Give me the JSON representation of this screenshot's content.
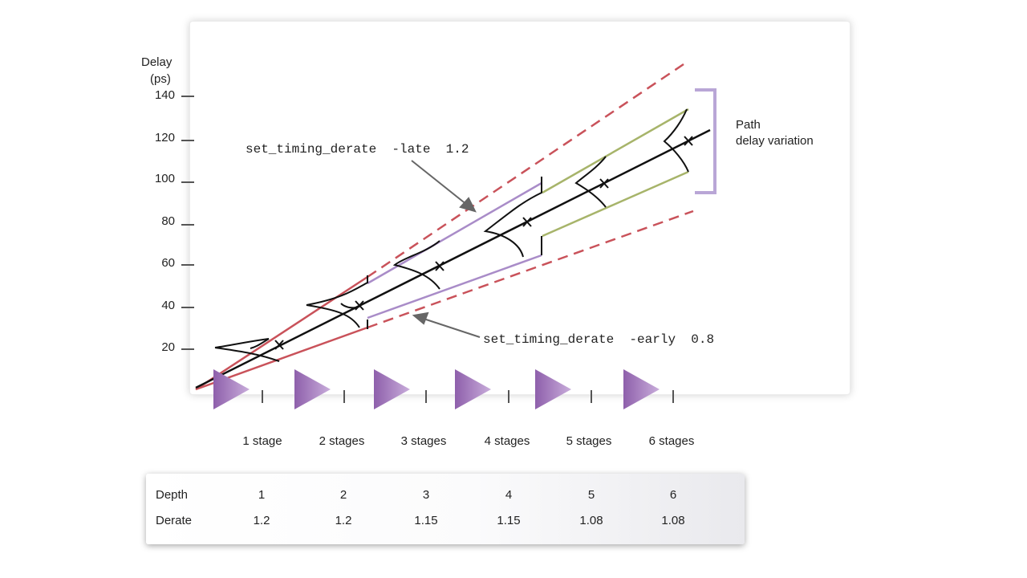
{
  "axis": {
    "ylabel_line1": "Delay",
    "ylabel_line2": "(ps)",
    "ticks": [
      "140",
      "120",
      "100",
      "80",
      "60",
      "40",
      "20"
    ]
  },
  "commands": {
    "late": "set_timing_derate  -late  1.2",
    "early": "set_timing_derate  -early  0.8"
  },
  "annotation": {
    "line1": "Path",
    "line2": "delay variation"
  },
  "stages": [
    "1 stage",
    "2 stages",
    "3 stages",
    "4 stages",
    "5 stages",
    "6 stages"
  ],
  "table": {
    "row1_label": "Depth",
    "row2_label": "Derate",
    "depth": [
      "1",
      "2",
      "3",
      "4",
      "5",
      "6"
    ],
    "derate": [
      "1.2",
      "1.2",
      "1.15",
      "1.15",
      "1.08",
      "1.08"
    ]
  },
  "colors": {
    "red": "#c9525a",
    "purple": "#a98cc8",
    "green": "#a7b46a",
    "bracket": "#b9a6d6",
    "triangle": "#9b6fb5"
  }
}
